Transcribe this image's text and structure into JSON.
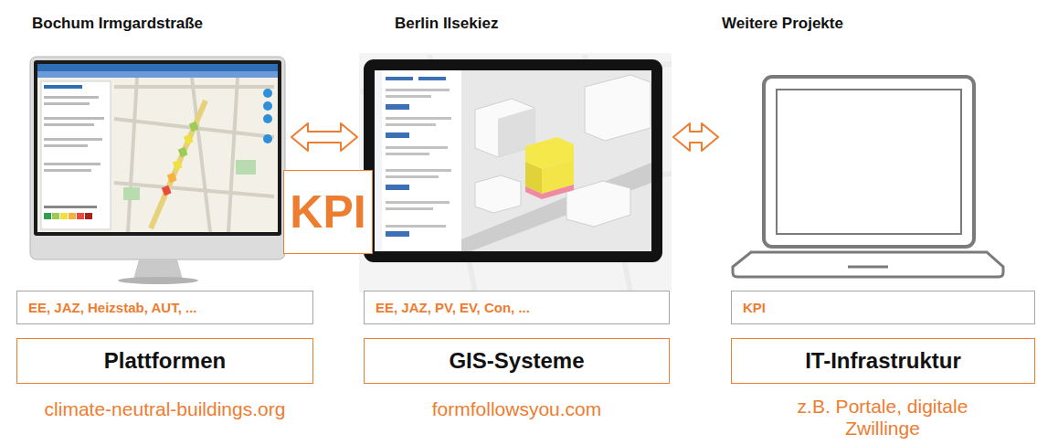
{
  "diagram": {
    "nodes": [
      {
        "text": [
          "Bochum Irmgardstraße"
        ]
      },
      {
        "text": [
          "Berlin Ilsekiez"
        ]
      },
      {
        "text": [
          "Weitere Projekte"
        ]
      },
      {
        "text": [
          "KPI"
        ]
      },
      {
        "text": [
          "EE, JAZ, Heizstab, AUT, ..."
        ]
      },
      {
        "text": [
          "EE, JAZ, PV, EV, Con, ..."
        ]
      },
      {
        "text": [
          "KPI"
        ]
      },
      {
        "text": [
          "Plattformen"
        ]
      },
      {
        "text": [
          "GIS-Systeme"
        ]
      },
      {
        "text": [
          "IT-Infrastruktur"
        ]
      }
    ],
    "edges": [
      {
        "from": 0,
        "to": 1,
        "arrow": "both"
      },
      {
        "from": 1,
        "to": 2,
        "arrow": "both"
      }
    ],
    "labels": [
      "climate-neutral-buildings.org",
      "formfollowsyou.com",
      "z.B. Portale, digitale Zwillinge"
    ]
  }
}
